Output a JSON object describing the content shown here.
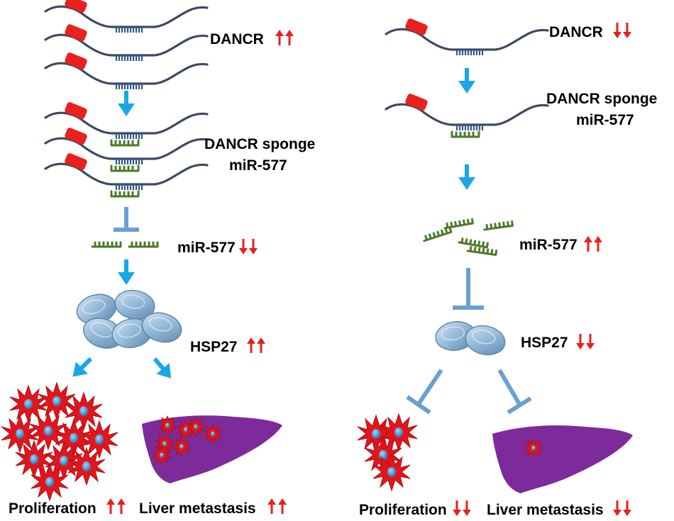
{
  "colors": {
    "rna_line": "#3e4a62",
    "rna_box": "#e8201e",
    "binding_teeth": "#2e5a8c",
    "mirna": "#4d7a2a",
    "flow_arrow": "#1aa7e8",
    "inhibition": "#6a9fd4",
    "up_down_arrow": "#e8201e",
    "hsp27": "#8db4d4",
    "liver": "#7d2a9a",
    "cancer_cell": "#e3151c"
  },
  "left": {
    "dancr_label": "DANCR",
    "dancr_trend": "up",
    "sponge_label_line1": "DANCR sponge",
    "sponge_label_line2": "miR-577",
    "mir_label": "miR-577",
    "mir_trend": "down",
    "hsp_label": "HSP27",
    "hsp_trend": "up",
    "prolif_label": "Proliferation",
    "prolif_trend": "up",
    "liver_label": "Liver metastasis",
    "liver_trend": "up"
  },
  "right": {
    "dancr_label": "DANCR",
    "dancr_trend": "down",
    "sponge_label_line1": "DANCR sponge",
    "sponge_label_line2": "miR-577",
    "mir_label": "miR-577",
    "mir_trend": "up",
    "hsp_label": "HSP27",
    "hsp_trend": "down",
    "prolif_label": "Proliferation",
    "prolif_trend": "down",
    "liver_label": "Liver metastasis",
    "liver_trend": "down"
  }
}
